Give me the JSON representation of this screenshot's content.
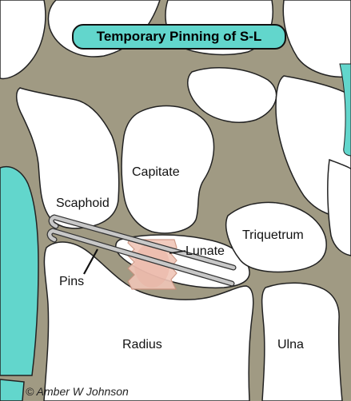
{
  "title": "Temporary Pinning of S-L",
  "labels": {
    "capitate": "Capitate",
    "scaphoid": "Scaphoid",
    "triquetrum": "Triquetrum",
    "lunate": "Lunate",
    "pins": "Pins",
    "radius": "Radius",
    "ulna": "Ulna"
  },
  "credit": "© Amber W Johnson",
  "colors": {
    "background_tissue": "#a09a83",
    "bone": "#ffffff",
    "cartilage": "#62d6cc",
    "ligament": "#f0c6b8",
    "pin": "#c8c8c8",
    "outline": "#222222"
  }
}
